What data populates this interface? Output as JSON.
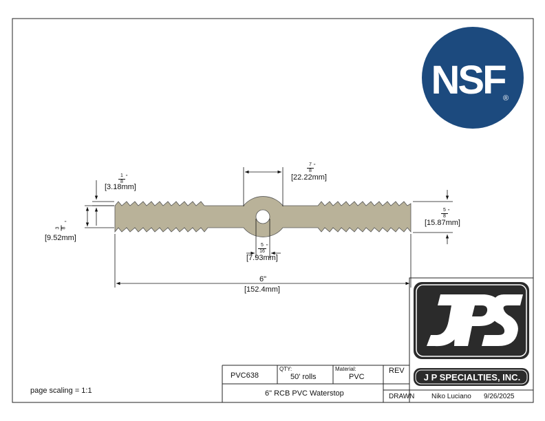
{
  "logo": {
    "nsf_text": "NSF",
    "nsf_mark": "®",
    "nsf_color": "#1c4a7e"
  },
  "dimensions": {
    "rib_height_frac": {
      "num": "1",
      "den": "8"
    },
    "rib_height_mm": "[3.18mm]",
    "bulb_width_frac": {
      "num": "7",
      "den": "8"
    },
    "bulb_width_mm": "[22.22mm]",
    "thickness_frac": {
      "num": "3",
      "den": "8"
    },
    "thickness_mm": "[9.52mm]",
    "end_height_frac": {
      "num": "5",
      "den": "8"
    },
    "end_height_mm": "[15.87mm]",
    "hole_frac": {
      "num": "5",
      "den": "16"
    },
    "hole_mm": "[7.93mm]",
    "overall_width": "6\"",
    "overall_width_mm": "[152.4mm]",
    "inch_mark": "\""
  },
  "profile_color": "#b9b299",
  "title_block": {
    "part_number": "PVC638",
    "qty_label": "QTY:",
    "qty_value": "50' rolls",
    "material_label": "Material:",
    "material_value": "PVC",
    "rev_label": "REV",
    "description": "6\" RCB PVC Waterstop",
    "drawn_label": "DRAWN",
    "drawn_by": "Niko Luciano",
    "date": "9/26/2025",
    "company": "J P SPECIALTIES, INC.",
    "logo_color": "#2b2b2b"
  },
  "page_scaling": "page scaling = 1:1"
}
